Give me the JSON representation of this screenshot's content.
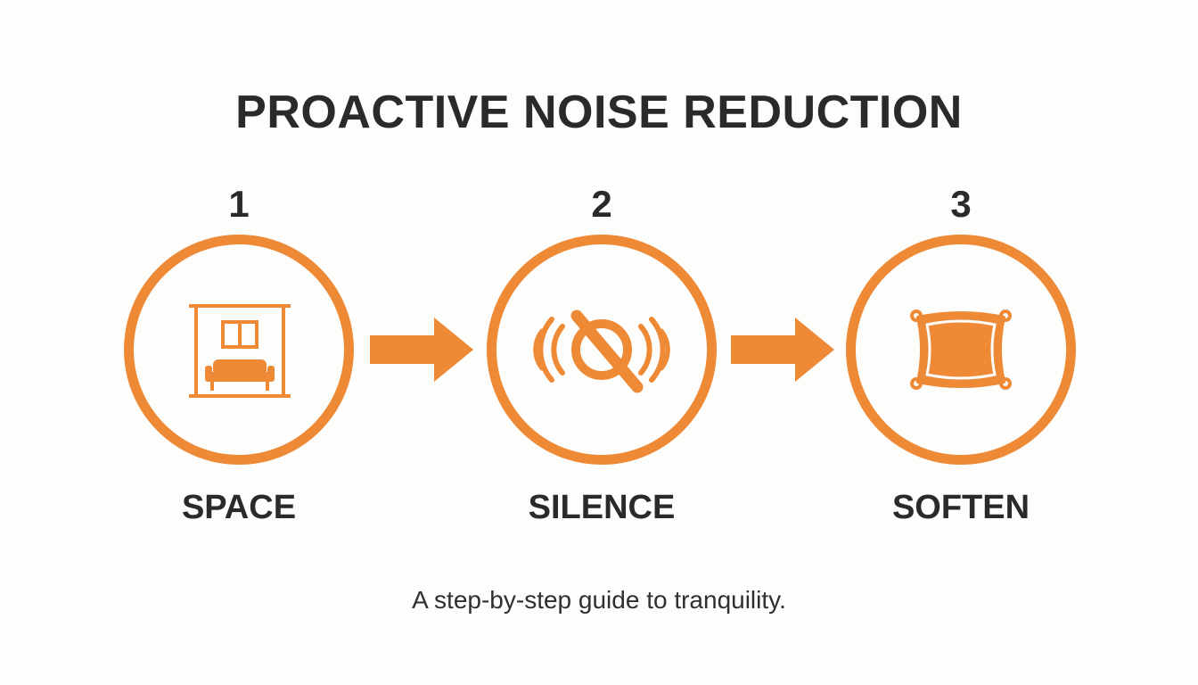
{
  "title": "PROACTIVE NOISE REDUCTION",
  "subtitle": "A step-by-step guide to tranquility.",
  "accent_color": "#ee8a36",
  "steps": [
    {
      "number": "1",
      "label": "SPACE",
      "icon": "room-furniture-icon"
    },
    {
      "number": "2",
      "label": "SILENCE",
      "icon": "sound-muted-icon"
    },
    {
      "number": "3",
      "label": "SOFTEN",
      "icon": "pillow-icon"
    }
  ]
}
